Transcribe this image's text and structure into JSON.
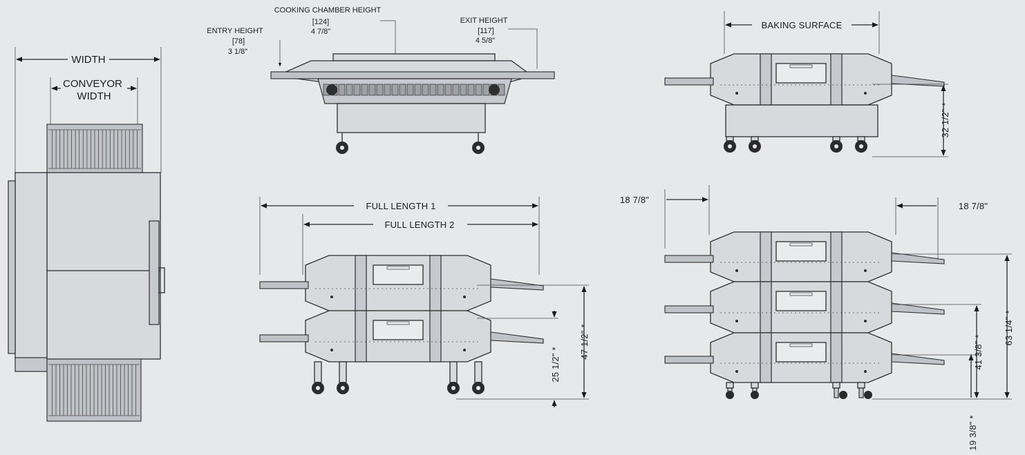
{
  "top_view": {
    "width_label": "WIDTH",
    "conveyor_width_label": "CONVEYOR WIDTH"
  },
  "side_view": {
    "cooking_chamber_height_label": "COOKING CHAMBER HEIGHT",
    "cooking_chamber_height_mm": "[124]",
    "cooking_chamber_height_in": "4 7/8\"",
    "entry_height_label": "ENTRY HEIGHT",
    "entry_height_mm": "[78]",
    "entry_height_in": "3 1/8\"",
    "exit_height_label": "EXIT HEIGHT",
    "exit_height_mm": "[117]",
    "exit_height_in": "4 5/8\""
  },
  "single_oven": {
    "baking_surface_label": "BAKING SURFACE",
    "height_label": "32 1/2\" *"
  },
  "double_oven": {
    "full_length_1_label": "FULL LENGTH 1",
    "full_length_2_label": "FULL LENGTH 2",
    "lower_height_label": "25 1/2\" *",
    "upper_height_label": "47 1/2\" *"
  },
  "triple_oven": {
    "left_extension_label": "18 7/8\"",
    "right_extension_label": "18 7/8\"",
    "top_height_label": "63 1/4\" *",
    "middle_height_label": "41 3/8\" *",
    "bottom_height_label": "19 3/8\" *"
  }
}
